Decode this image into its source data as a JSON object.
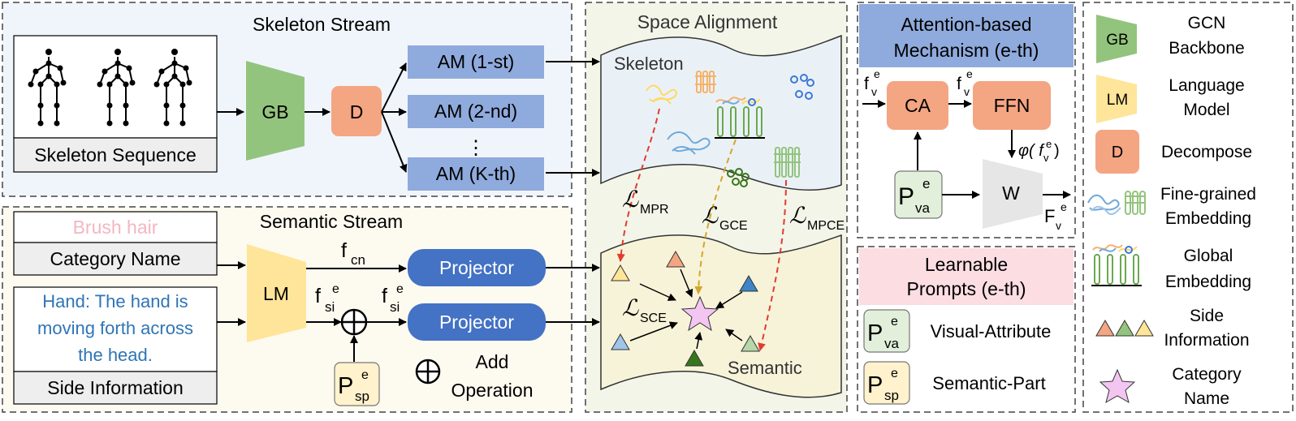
{
  "skeleton_stream": {
    "title": "Skeleton Stream",
    "sequence_label": "Skeleton Sequence",
    "gb": "GB",
    "d": "D",
    "am": [
      "AM (1-st)",
      "AM (2-nd)",
      "AM (K-th)"
    ],
    "dots": "⋮"
  },
  "semantic_stream": {
    "title": "Semantic Stream",
    "category_example": "Brush hair",
    "category_label": "Category Name",
    "side_info_text": [
      "Hand: The hand is",
      "moving forth across",
      "the head."
    ],
    "side_info_label": "Side Information",
    "lm": "LM",
    "f_cn_base": "f",
    "f_cn_sub": "cn",
    "f_si_base": "f",
    "f_si_sub": "si",
    "f_si_sup": "e",
    "projector": "Projector",
    "p_base": "P",
    "p_sp_sub": "sp",
    "p_sup": "e",
    "add_op": [
      "Add",
      "Operation"
    ]
  },
  "space_alignment": {
    "title": "Space Alignment",
    "skeleton": "Skeleton",
    "semantic": "Semantic",
    "loss_symbol": "ℒ",
    "loss_mpr": "MPR",
    "loss_gce": "GCE",
    "loss_mpce": "MPCE",
    "loss_sce": "SCE"
  },
  "attention": {
    "title": [
      "Attention-based",
      "Mechanism (e-th)"
    ],
    "ca": "CA",
    "ffn": "FFN",
    "w": "W",
    "fv_base": "f",
    "fv_sub": "v",
    "fv_sup": "e",
    "phi_label": "φ( f",
    "phi_close": ")",
    "Fv_base": "F",
    "Fv_sub": "v",
    "Fv_sup": "e",
    "pva_base": "P",
    "pva_sub": "va",
    "pva_sup": "e"
  },
  "prompts": {
    "title": [
      "Learnable",
      "Prompts (e-th)"
    ],
    "visual_attribute": "Visual-Attribute",
    "semantic_part": "Semantic-Part",
    "p_base": "P",
    "va_sub": "va",
    "sp_sub": "sp",
    "sup": "e"
  },
  "legend": {
    "gb": "GB",
    "gb_label": [
      "GCN",
      "Backbone"
    ],
    "lm": "LM",
    "lm_label": [
      "Language",
      "Model"
    ],
    "d": "D",
    "d_label": [
      "Decompose"
    ],
    "fine_label": [
      "Fine-grained",
      "Embedding"
    ],
    "global_label": [
      "Global",
      "Embedding"
    ],
    "side_label": [
      "Side",
      "Information"
    ],
    "cat_label": [
      "Category",
      "Name"
    ]
  },
  "colors": {
    "gb_green": "#93c47d",
    "lm_yellow": "#ffe599",
    "d_orange": "#f4a582",
    "am_blue": "#8faadc",
    "projector_blue": "#4472c4",
    "attention_header": "#8faadc",
    "prompts_header": "#fbdde2",
    "p_va_fill": "#e2efda",
    "p_sp_fill": "#fff2cc",
    "side_text_blue": "#2e75b6",
    "brush_pink": "#f4b6c2",
    "loss_red": "#e03c31",
    "loss_gold": "#d6a52a"
  }
}
